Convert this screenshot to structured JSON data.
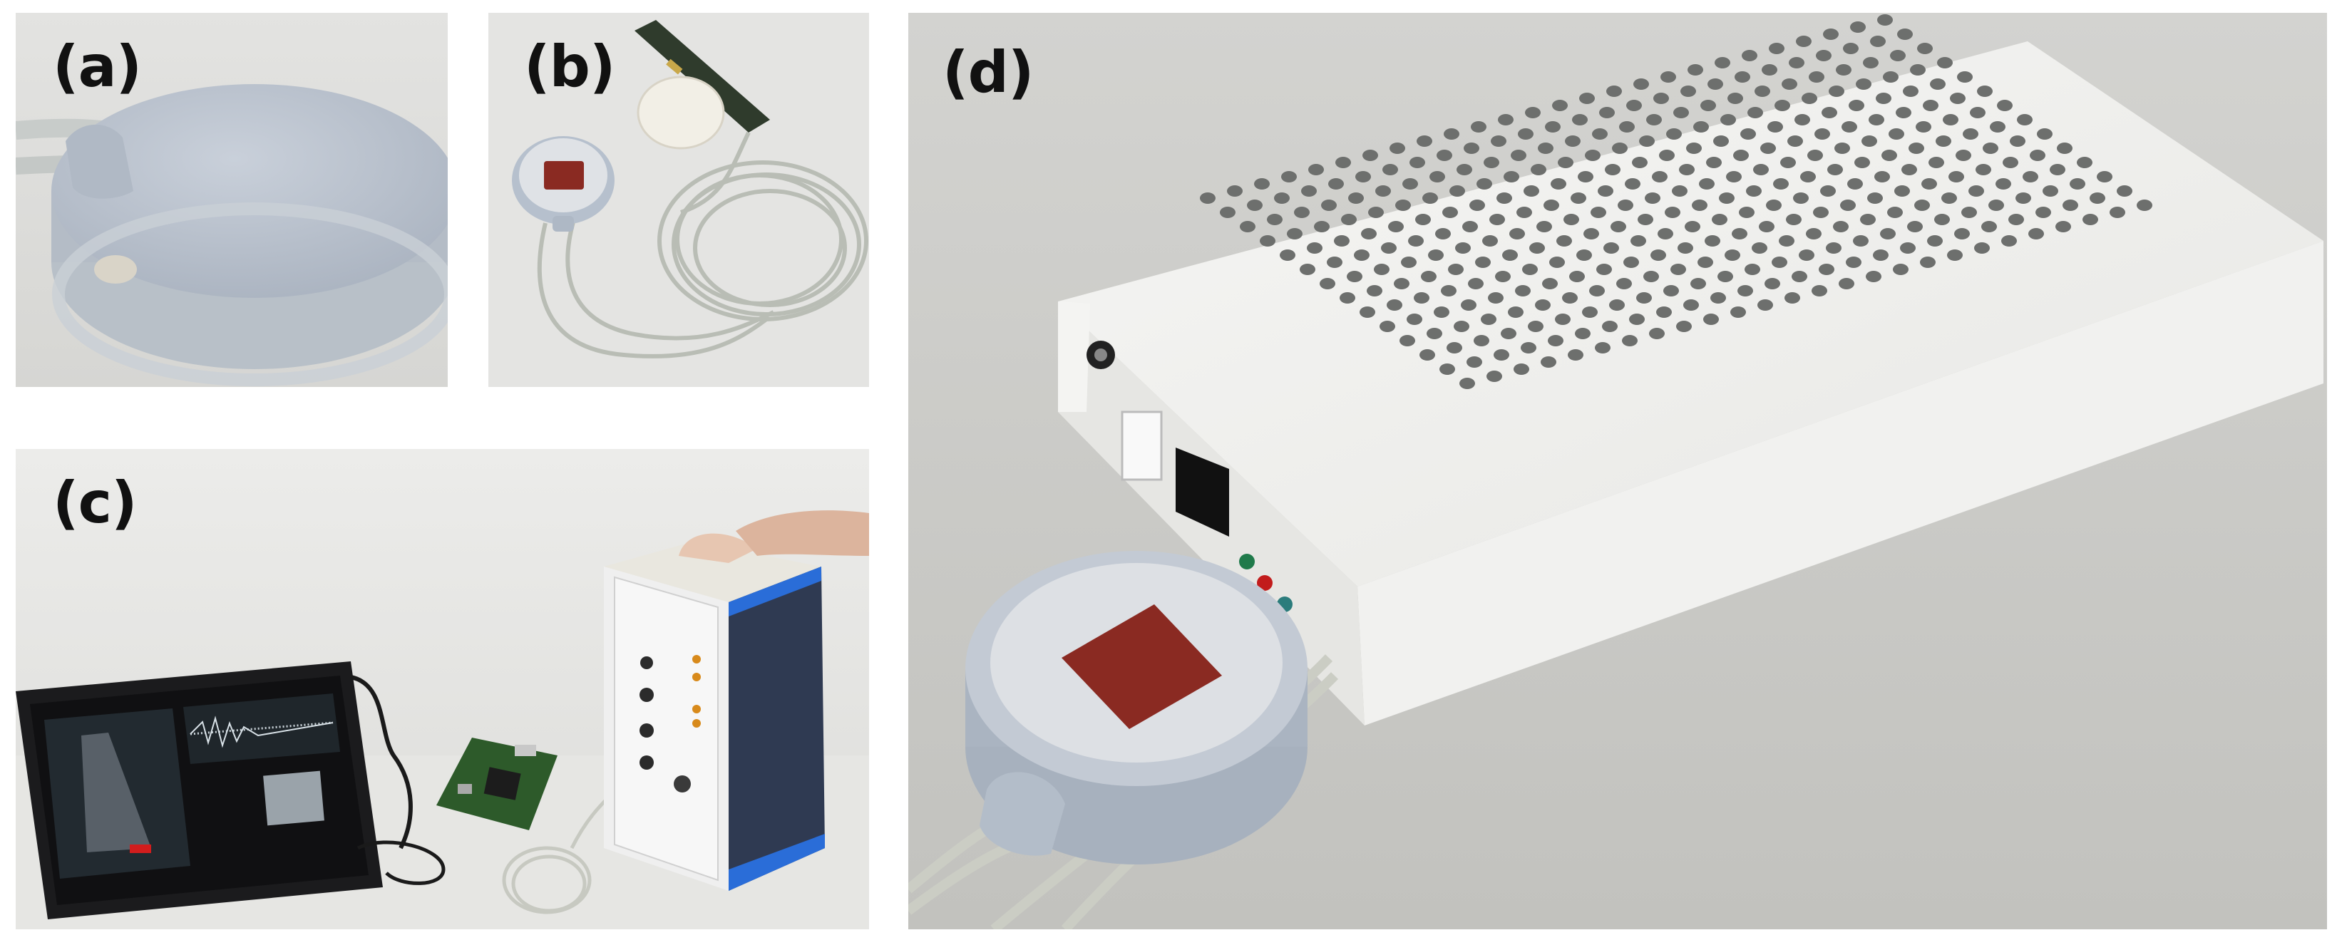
{
  "figure": {
    "panels": [
      {
        "label": "(a)",
        "subject": "sensor-housing-closeup"
      },
      {
        "label": "(b)",
        "subject": "sensor-with-cable-and-antenna"
      },
      {
        "label": "(c)",
        "subject": "tablet-board-and-test-box-setup"
      },
      {
        "label": "(d)",
        "subject": "white-enclosure-with-sensor"
      }
    ]
  },
  "colors": {
    "background": "#ffffff",
    "sensor_housing": "#b9c2cf",
    "sensor_pad": "#8a2a22",
    "enclosure": "#f4f4f2",
    "cable": "#c9cbc3",
    "pcb_green": "#2d5a2a",
    "led_green": "#1f7a4a",
    "led_red": "#c21c1c",
    "led_teal": "#2b7c7c"
  }
}
